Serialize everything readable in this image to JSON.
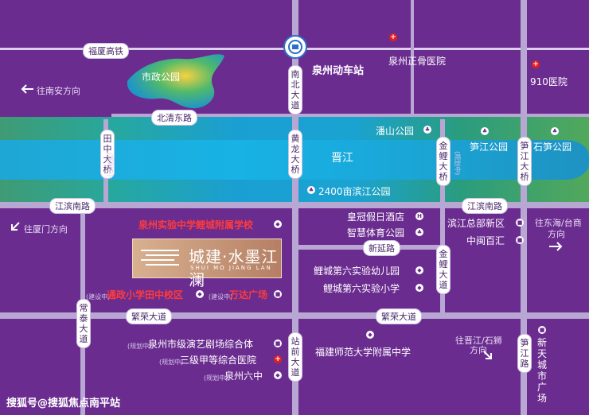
{
  "labels": {
    "fuxia_railway": "福厦高铁",
    "shizheng_park": "市政公园",
    "to_nanan": "往南安方向",
    "nanbei_avenue": "南北大道",
    "quanzhou_station": "泉州动车站",
    "quanzhou_orthopedic": "泉州正骨医院",
    "hospital_910": "910医院",
    "beiqing_east_road": "北清东路",
    "tianzhong_bridge": "田中大桥",
    "planned": "(规划中)",
    "huanglong_bridge": "黄龙大桥",
    "jinjiang_river": "晋江",
    "panshan_park": "潘山公园",
    "jinli_bridge": "金鲤大桥",
    "sunjiang_park": "笋江公园",
    "sunjiang_bridge": "笋江大桥",
    "shisun_park": "石笋公园",
    "binjiang_park": "2400亩滨江公园",
    "jiangbin_south_road_left": "江滨南路",
    "jiangbin_south_road_right": "江滨南路",
    "huangguan_hotel": "皇冠假日酒店",
    "smart_sports_park": "智慧体育公园",
    "binjiang_hq": "滨江总部新区",
    "zhongmin_baihui": "中闽百汇",
    "to_dongHai": "往东海/台商",
    "direction": "方向",
    "to_xiamen": "往厦门方向",
    "school_affiliate": "泉州实验中学鲤城附属学校",
    "xinyan_road": "新延路",
    "jinli_avenue": "金鲤大道",
    "licheng_kindergarten": "鲤城第六实验幼儿园",
    "licheng_primary": "鲤城第六实验小学",
    "tongzheng_school": "通政小学田中校区",
    "under_construction": "(建设中)",
    "wanda_plaza": "万达广场",
    "changtai_avenue": "常泰大道",
    "fanrong_avenue_left": "繁荣大道",
    "fanrong_avenue_right": "繁荣大道",
    "art_theater": "泉州市级演艺剧场综合体",
    "tier3_hospital": "三级甲等综合医院",
    "quanzhou_no6": "泉州六中",
    "station_front_avenue": "站前大道",
    "fujian_normal": "福建师范大学附属中学",
    "to_jinjiang_shishi": "往晋江/石狮",
    "direction2": "方向",
    "sunjiang_road": "笋江路",
    "xintiancheng_plaza": "新天城市广场",
    "project_name_cn": "城建·水墨江澜",
    "project_name_en": "SHUI MO JIANG LAN",
    "watermark": "搜狐号@搜狐焦点南平站"
  },
  "icons": [
    "station-icon",
    "hospital-icon",
    "park-icon",
    "arrow-left-icon",
    "arrow-right-icon",
    "arrow-down-left-icon",
    "arrow-down-right-icon"
  ],
  "colors": {
    "background": "#6b2c90",
    "road": "#b9a7d3",
    "river": "#1aa6d8",
    "highlight_red": "#ff3b3b",
    "logo_bg": "#c89274"
  }
}
